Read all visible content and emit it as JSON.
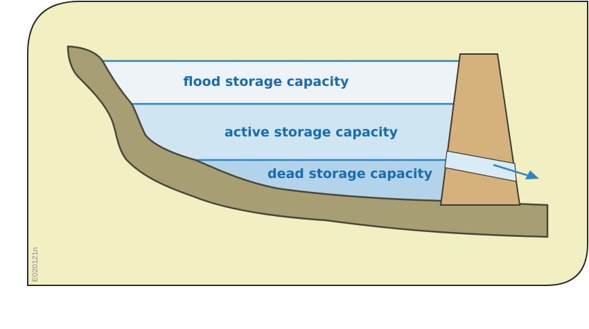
{
  "labels": {
    "flood": "flood storage capacity",
    "active": "active storage capacity",
    "dead": "dead storage capacity"
  },
  "figure_code": "E020121n",
  "colors": {
    "panel_background": "#f2f0c2",
    "panel_border": "#2a2a2a",
    "ground": "#a79f73",
    "ground_outline": "#4a463a",
    "flood_water": "#edf3f6",
    "active_water": "#cfe5f2",
    "dead_water": "#b2d3ea",
    "waterline": "#2b86c3",
    "dam": "#d5b27b",
    "outlet": "#d9ebf7",
    "arrow": "#2b86c3",
    "label_text": "#1a6cae"
  }
}
